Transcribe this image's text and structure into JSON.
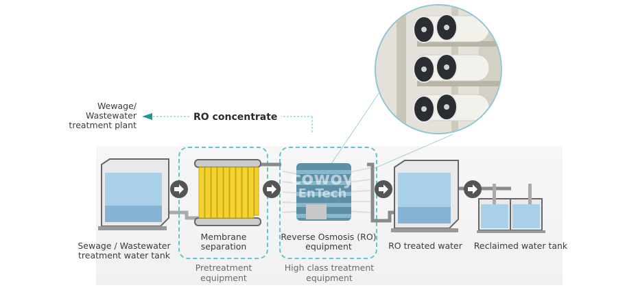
{
  "destination": {
    "label_lines": [
      "Wewage/",
      "Wastewater",
      "treatment plant"
    ]
  },
  "concentrate": {
    "label": "RO concentrate"
  },
  "stages": [
    {
      "label_lines": [
        "Sewage / Wastewater",
        "treatment water tank"
      ]
    },
    {
      "label_lines": [
        "Membrane",
        "separation"
      ]
    },
    {
      "label_lines": [
        "Reverse Osmosis (RO)",
        "equipment"
      ]
    },
    {
      "label_lines": [
        "RO treated water"
      ]
    },
    {
      "label_lines": [
        "Reclaimed water tank"
      ]
    }
  ],
  "groups": [
    {
      "label_lines": [
        "Pretreatment",
        "equipment"
      ]
    },
    {
      "label_lines": [
        "High class treatment",
        "equipment"
      ]
    }
  ],
  "watermark": {
    "line1": "cowoy",
    "line2": "EnTech"
  },
  "colors": {
    "accent_teal": "#5cc6c9",
    "arrow_teal": "#1a9a8f",
    "water_blue": "#a9cfe9",
    "membrane_yellow": "#f3d232",
    "text": "#3a3a3a"
  }
}
